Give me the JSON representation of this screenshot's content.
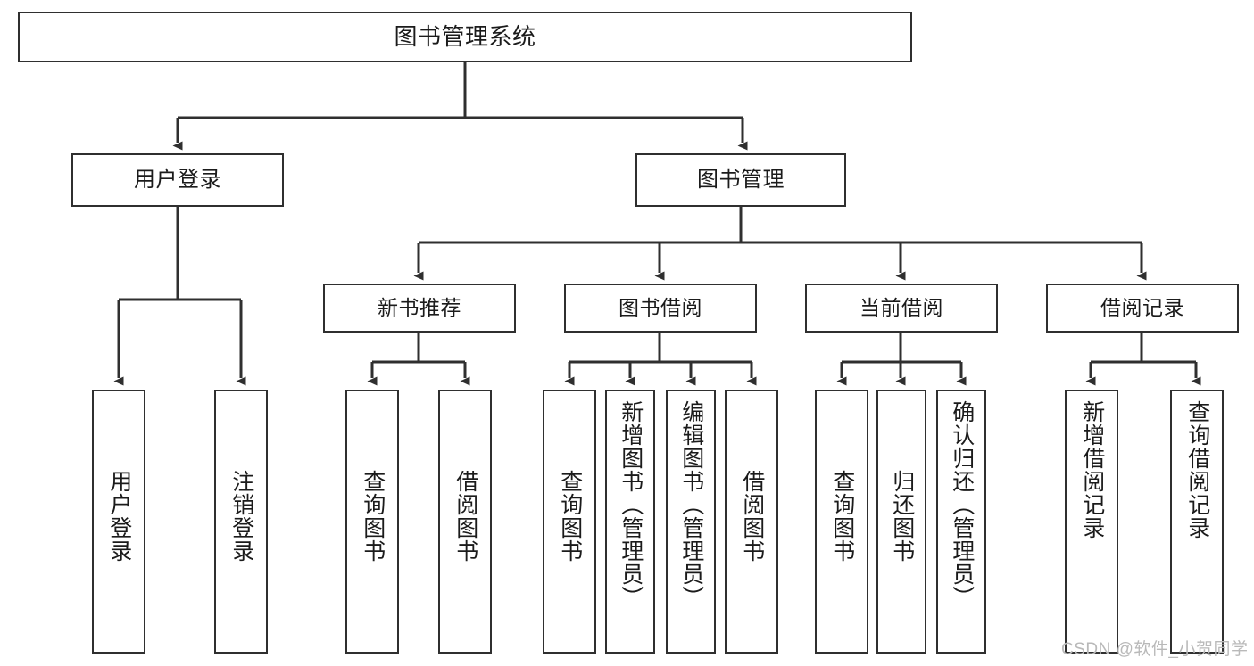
{
  "diagram": {
    "type": "tree",
    "title": "图书管理系统",
    "root": {
      "label": "图书管理系统"
    },
    "level1": [
      {
        "label": "用户登录"
      },
      {
        "label": "图书管理"
      }
    ],
    "level2": [
      {
        "label": "新书推荐"
      },
      {
        "label": "图书借阅"
      },
      {
        "label": "当前借阅"
      },
      {
        "label": "借阅记录"
      }
    ],
    "leaves": {
      "user_login": [
        {
          "label": "用户登录"
        },
        {
          "label": "注销登录"
        }
      ],
      "new_book_recommend": [
        {
          "label": "查询图书"
        },
        {
          "label": "借阅图书"
        }
      ],
      "book_borrow": [
        {
          "label": "查询图书"
        },
        {
          "label": "新增图书（管理员）"
        },
        {
          "label": "编辑图书（管理员）"
        },
        {
          "label": "借阅图书"
        }
      ],
      "current_borrow": [
        {
          "label": "查询图书"
        },
        {
          "label": "归还图书"
        },
        {
          "label": "确认归还（管理员）"
        }
      ],
      "borrow_record": [
        {
          "label": "新增借阅记录"
        },
        {
          "label": "查询借阅记录"
        }
      ]
    }
  },
  "watermark": {
    "text": "CSDN @软件_小贺同学"
  },
  "colors": {
    "stroke": "#2f2f2f",
    "background": "#ffffff",
    "text": "#1b1b1b",
    "watermark": "#b9b9b9"
  }
}
